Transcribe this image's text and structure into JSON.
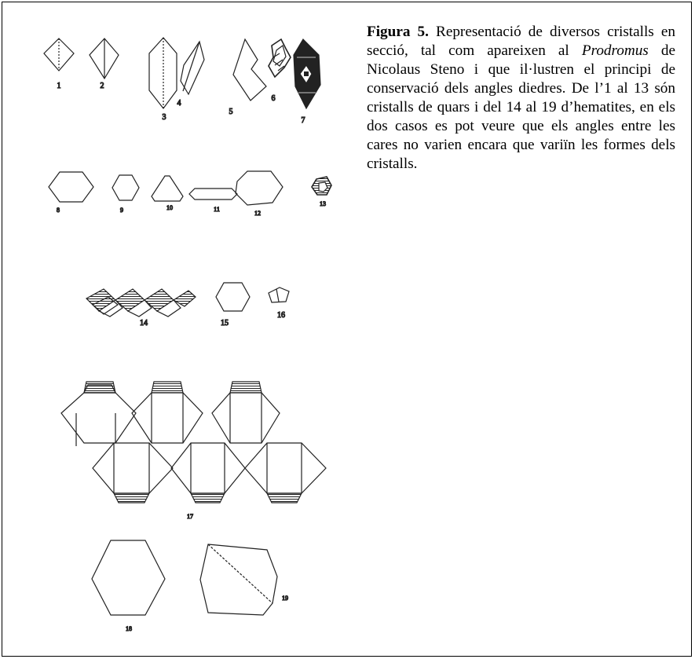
{
  "caption": {
    "label": "Figura 5.",
    "text_before": " Representació de diversos cristalls en secció, tal com apareixen al ",
    "italic": "Prodromus",
    "text_after": " de Nicolaus Steno i que il·lustren el principi de conservació dels angles diedres. De l’1 al 13 són cristalls de quars i del 14 al 19 d’hematites, en els dos casos es pot veure que els angles entre les cares no varien encara que variïn les formes dels cristalls."
  },
  "figure_numbers": [
    "1",
    "2",
    "3",
    "4",
    "5",
    "6",
    "7",
    "8",
    "9",
    "10",
    "11",
    "12",
    "13",
    "14",
    "15",
    "16",
    "17",
    "18",
    "19"
  ]
}
